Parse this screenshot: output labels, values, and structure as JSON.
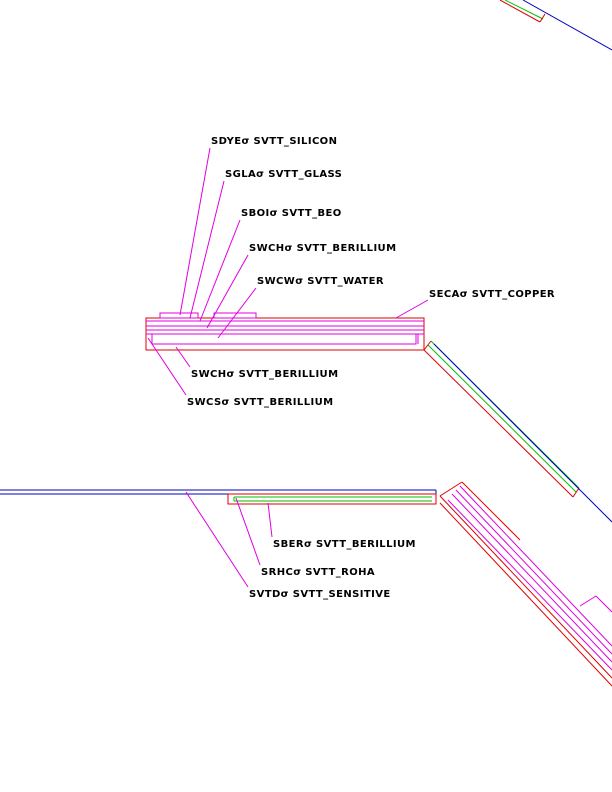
{
  "colors": {
    "magenta": "#e000e0",
    "red": "#e00000",
    "green": "#00c000",
    "blue": "#0000c0",
    "text": "#000000"
  },
  "labels": {
    "sdye": "SDYEσ SVTT_SILICON",
    "sgla": "SGLAσ SVTT_GLASS",
    "sboi": "SBOIσ SVTT_BEO",
    "swch_top": "SWCHσ SVTT_BERILLIUM",
    "swcw": "SWCWσ SVTT_WATER",
    "seca": "SECAσ SVTT_COPPER",
    "swch_bottom": "SWCHσ SVTT_BERILLIUM",
    "swcs": "SWCSσ SVTT_BERILLIUM",
    "sber": "SBERσ SVTT_BERILLIUM",
    "srhc": "SRHCσ SVTT_ROHA",
    "svtd": "SVTDσ SVTT_SENSITIVE"
  }
}
